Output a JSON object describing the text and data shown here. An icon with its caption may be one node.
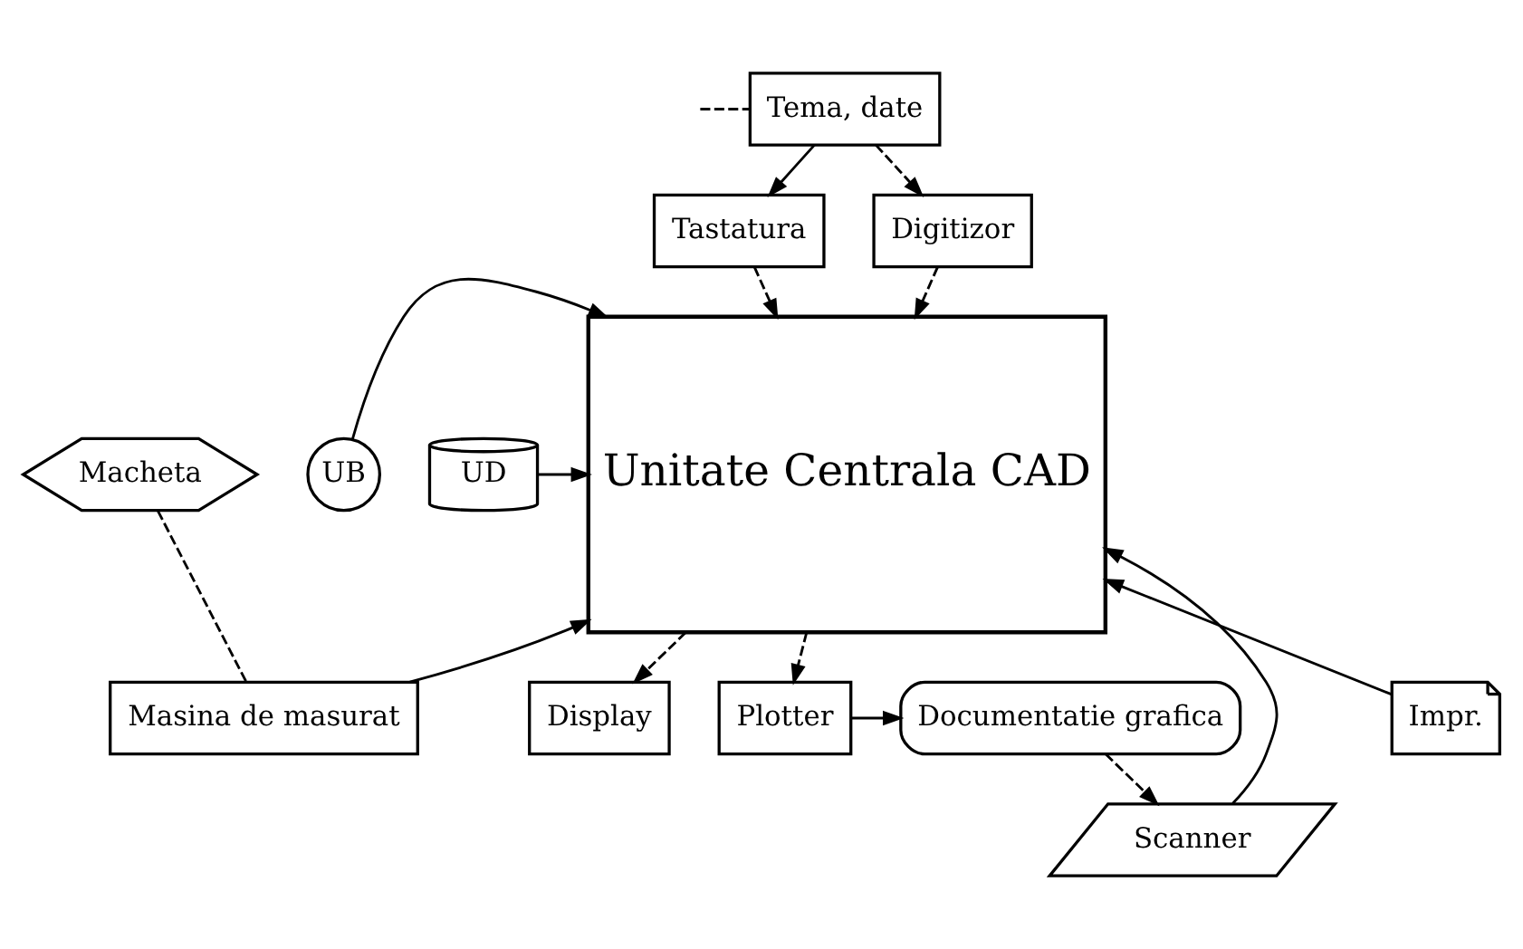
{
  "diagram": {
    "nodes": [
      {
        "text": [
          "Tema, date"
        ]
      },
      {
        "text": [
          "Tastatura"
        ]
      },
      {
        "text": [
          "Digitizor"
        ]
      },
      {
        "text": [
          "Display"
        ]
      },
      {
        "text": [
          "Macheta"
        ]
      },
      {
        "text": [
          "Masina de masurat"
        ]
      },
      {
        "text": [
          "Unitate Centrala CAD"
        ]
      },
      {
        "text": [
          "UB"
        ]
      },
      {
        "text": [
          "UD"
        ]
      },
      {
        "text": [
          "Scanner"
        ]
      },
      {
        "text": [
          "Impr."
        ]
      },
      {
        "text": [
          "Documentatie grafica"
        ]
      },
      {
        "text": [
          "Plotter"
        ]
      }
    ],
    "edges": [
      {
        "from": null,
        "to": 0,
        "arrow": "none",
        "style": "dashed"
      },
      {
        "from": 0,
        "to": 1,
        "arrow": "to"
      },
      {
        "from": 0,
        "to": 2,
        "arrow": "to",
        "style": "dashed"
      },
      {
        "from": 1,
        "to": 6,
        "arrow": "to",
        "style": "dashed"
      },
      {
        "from": 6,
        "to": 3,
        "arrow": "to",
        "style": "dashed"
      },
      {
        "from": 2,
        "to": 6,
        "arrow": "to",
        "style": "dashed"
      },
      {
        "from": 4,
        "to": 5,
        "arrow": "none",
        "style": "dashed"
      },
      {
        "from": 5,
        "to": 6,
        "arrow": "to"
      },
      {
        "from": 9,
        "to": 6,
        "arrow": "to"
      },
      {
        "from": 7,
        "to": 6,
        "arrow": "to"
      },
      {
        "from": 8,
        "to": 6,
        "arrow": "to"
      },
      {
        "from": 10,
        "to": 6,
        "arrow": "to"
      },
      {
        "from": 11,
        "to": 9,
        "arrow": "to",
        "style": "dashed"
      },
      {
        "from": 6,
        "to": 12,
        "arrow": "to",
        "style": "dashed"
      },
      {
        "from": 12,
        "to": 11,
        "arrow": "to"
      }
    ]
  }
}
